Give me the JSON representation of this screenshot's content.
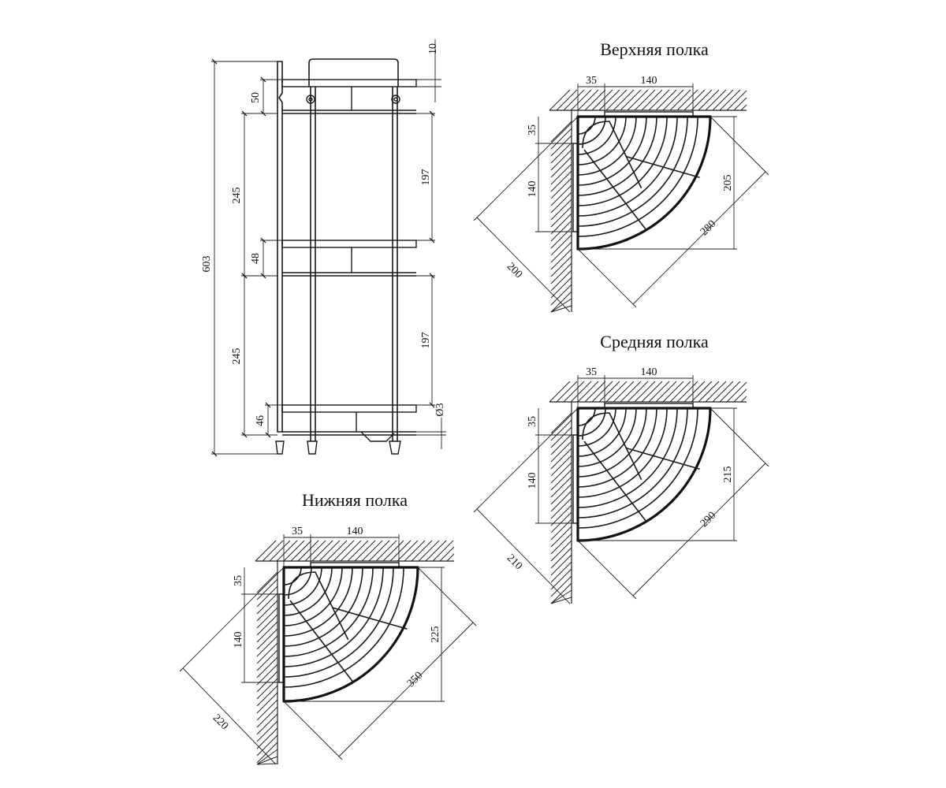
{
  "side_view": {
    "dims": {
      "total_height": "603",
      "top_gap": "10",
      "top_shelf_depth": "50",
      "span_left_1": "245",
      "span_left_2": "245",
      "span_right_1": "197",
      "span_right_2": "197",
      "mid_shelf_depth": "48",
      "bottom_shelf_depth": "46",
      "rod_diameter": "Ø3"
    }
  },
  "shelves": [
    {
      "id": "top",
      "title": "Верхняя полка",
      "dims": {
        "a": "35",
        "b": "140",
        "c": "35",
        "d": "140",
        "height": "205",
        "width": "280",
        "diag": "200"
      }
    },
    {
      "id": "middle",
      "title": "Средняя полка",
      "dims": {
        "a": "35",
        "b": "140",
        "c": "35",
        "d": "140",
        "height": "215",
        "width": "290",
        "diag": "210"
      }
    },
    {
      "id": "bottom",
      "title": "Нижняя полка",
      "dims": {
        "a": "35",
        "b": "140",
        "c": "35",
        "d": "140",
        "height": "225",
        "width": "350",
        "diag": "220"
      }
    }
  ]
}
